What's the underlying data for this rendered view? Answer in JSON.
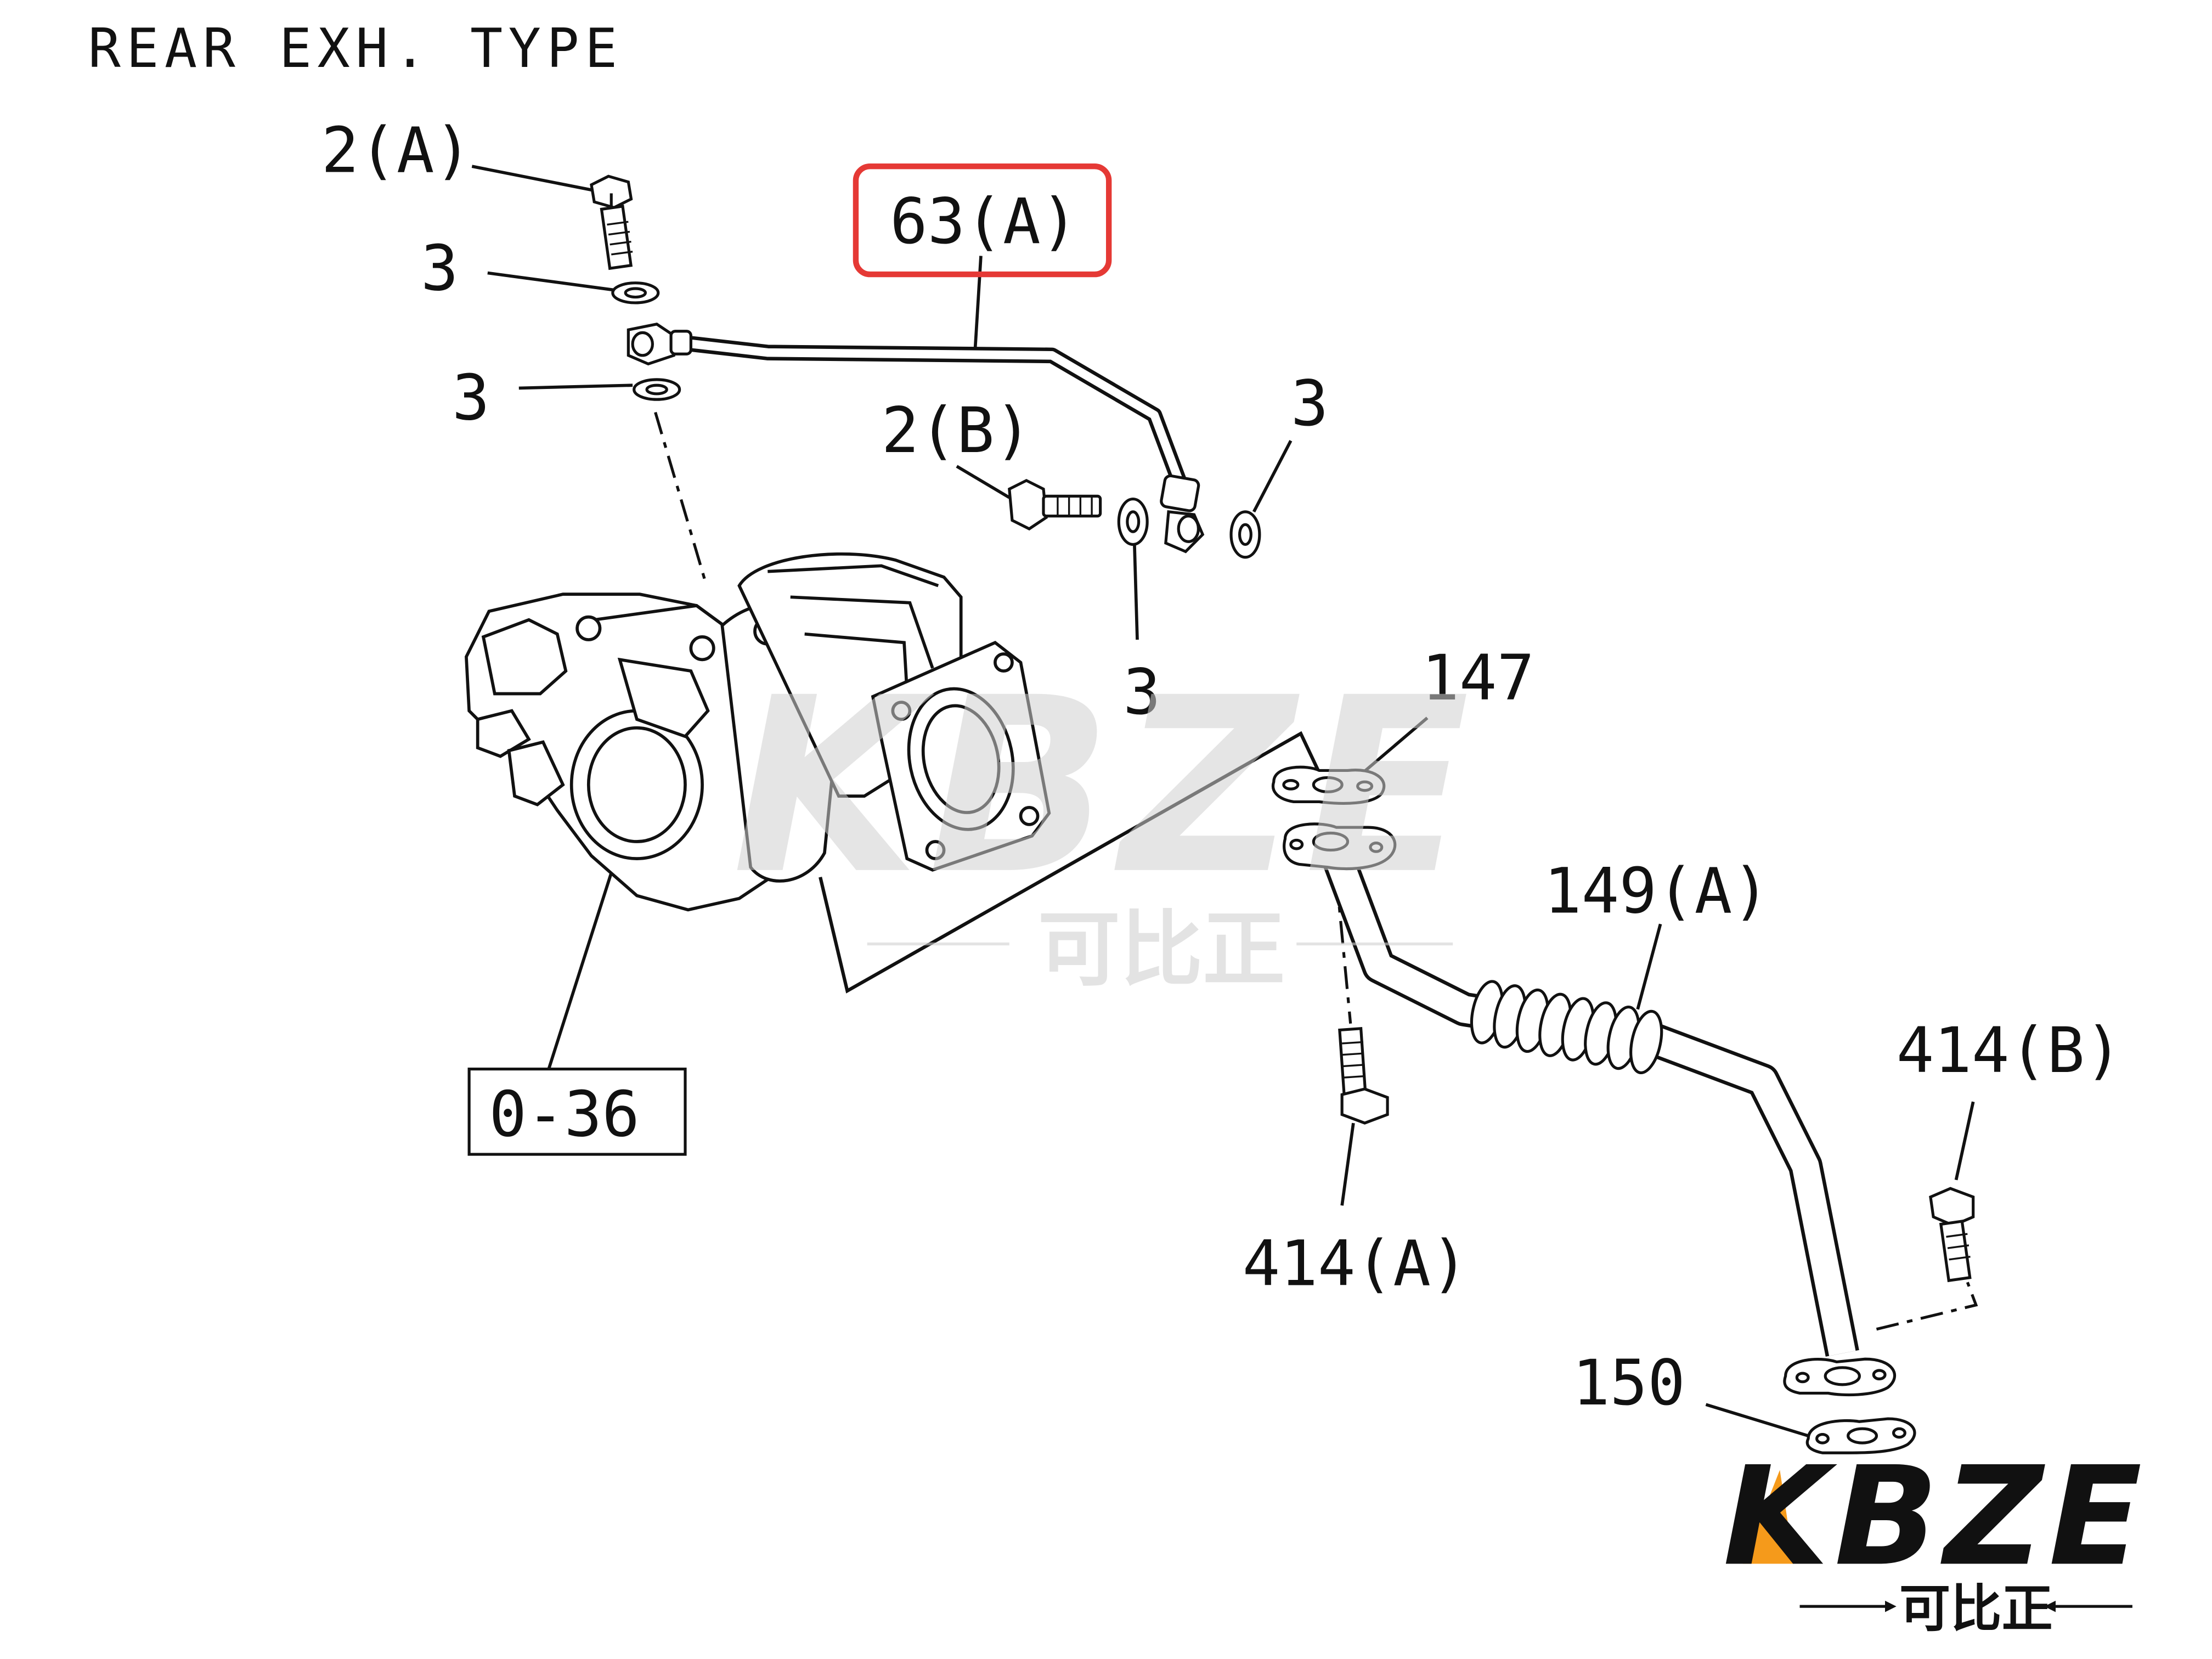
{
  "diagram": {
    "title": "REAR EXH. TYPE",
    "callouts": {
      "bolt_2a": "2(A)",
      "washer_top": "3",
      "washer_mid": "3",
      "oil_pipe": "63(A)",
      "bolt_2b": "2(B)",
      "washer_right": "3",
      "washer_lower": "3",
      "gasket_147": "147",
      "return_pipe": "149(A)",
      "bolt_414b": "414(B)",
      "bolt_414a": "414(A)",
      "gasket_150": "150",
      "turbo_ref": "0-36"
    },
    "highlight_color": "#e53935"
  },
  "watermark": {
    "brand": "KBZE",
    "chinese": "可比正",
    "accent_color": "#f59a1b"
  }
}
